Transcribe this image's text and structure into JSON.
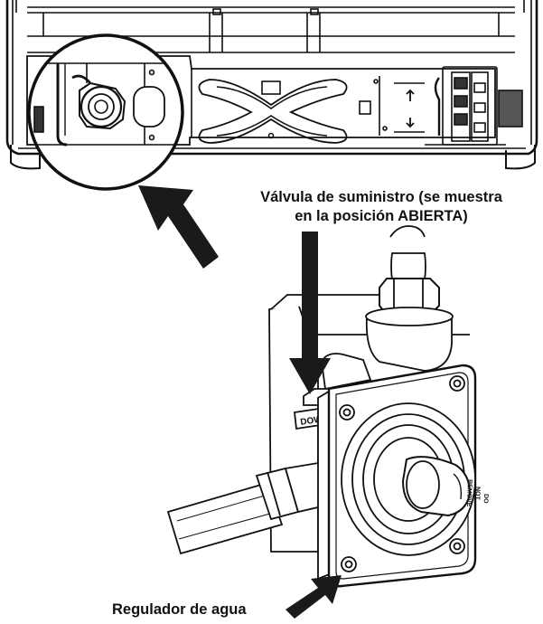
{
  "diagram": {
    "callouts": {
      "supply_valve_line1": "Válvula de suministro (se muestra",
      "supply_valve_line2": "en la posición ABIERTA)",
      "water_regulator": "Regulador de agua"
    },
    "valve_markings": {
      "down_label": "DOWN",
      "do_not_remove_1": "DO",
      "do_not_remove_2": "NOT",
      "do_not_remove_3": "REMOVE"
    },
    "colors": {
      "line": "#111111",
      "fill": "#ffffff",
      "arrow": "#1a1a1a",
      "shade": "#d9d9d9"
    }
  }
}
